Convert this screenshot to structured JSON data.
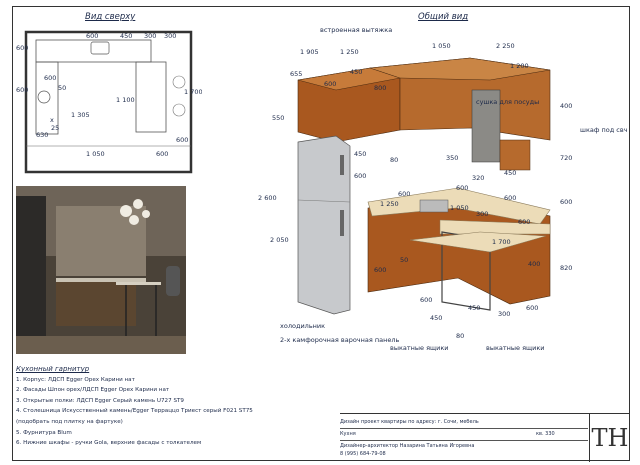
{
  "titles": {
    "top_view": "Вид сверху",
    "general_view": "Общий вид"
  },
  "plan": {
    "dims": [
      "600",
      "450",
      "300",
      "300",
      "600",
      "600",
      "600",
      "1 100",
      "1 700",
      "1 305",
      "1 050",
      "600",
      "600",
      "630",
      "25",
      "50",
      "x"
    ]
  },
  "view3d": {
    "labels": {
      "hood": "встроенная вытяжка",
      "dish_dryer": "сушка для посуды",
      "microwave_cabinet": "шкаф под свч",
      "fridge": "холодильник",
      "hob": "2-х камфорочная варочная панель",
      "drawers1": "выкатные ящики",
      "drawers2": "выкатные ящики"
    },
    "dims": [
      "1 905",
      "1 250",
      "655",
      "600",
      "450",
      "800",
      "1 050",
      "2 250",
      "1 200",
      "550",
      "400",
      "720",
      "600",
      "820",
      "2 600",
      "2 050",
      "450",
      "80",
      "320",
      "450",
      "600",
      "1 050",
      "1 250",
      "600",
      "600",
      "600",
      "1 700",
      "400",
      "450",
      "300",
      "600",
      "600",
      "50",
      "600",
      "80",
      "350",
      "300",
      "600",
      "450"
    ]
  },
  "spec": {
    "title": "Кухонный гарнитур",
    "items": [
      "1. Корпус: ЛДСП Egger Орех Карини нат",
      "2. Фасады Шпон орех/ЛДСП Egger Орех Карини нат",
      "3. Открытые полки: ЛДСП Egger Серый камень U727 ST9",
      "4. Столешница Искусственный камень/Egger Терраццо Триест серый F021 ST75",
      "(подобрать под плитку на фартуке)",
      "5. Фурнитура Blum",
      "6. Нижние шкафы - ручки Gola, верхние фасады с толкателем"
    ]
  },
  "stamp": {
    "project": "Дизайн проект квартиры по адресу: г. Сочи, мебель",
    "room": "Кухня",
    "area": "кв. 330",
    "designer": "Дизайнер-архитектор Назарина Татьяна Игоревна",
    "phone": "8 (995) 684-79-08",
    "logo": "TH"
  }
}
